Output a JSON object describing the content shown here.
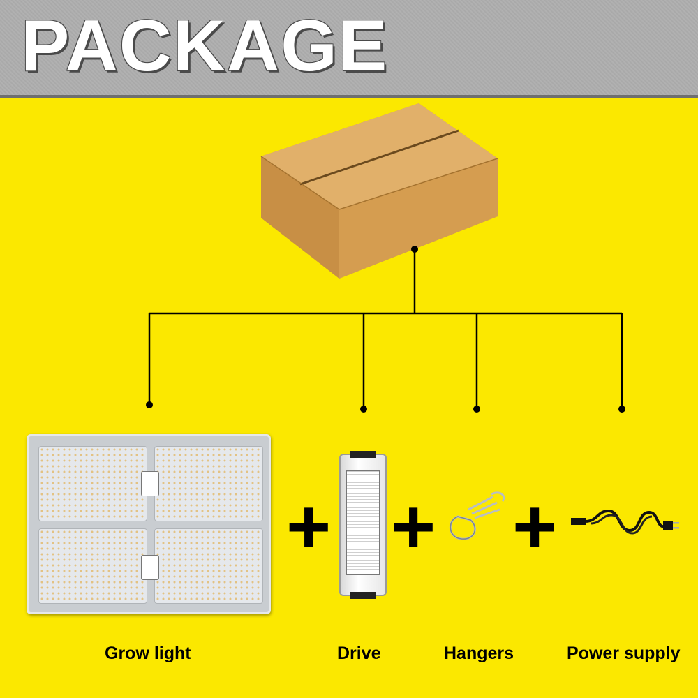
{
  "header": {
    "title": "PACKAGE"
  },
  "items": [
    {
      "label": "Grow light",
      "icon": "grow-light-icon"
    },
    {
      "label": "Drive",
      "icon": "driver-icon"
    },
    {
      "label": "Hangers",
      "icon": "hangers-icon"
    },
    {
      "label": "Power supply",
      "icon": "power-cord-icon"
    }
  ],
  "plus_sign": "+",
  "colors": {
    "background": "#fbe800",
    "header": "#aaaaaa",
    "box": "#d9a458"
  }
}
